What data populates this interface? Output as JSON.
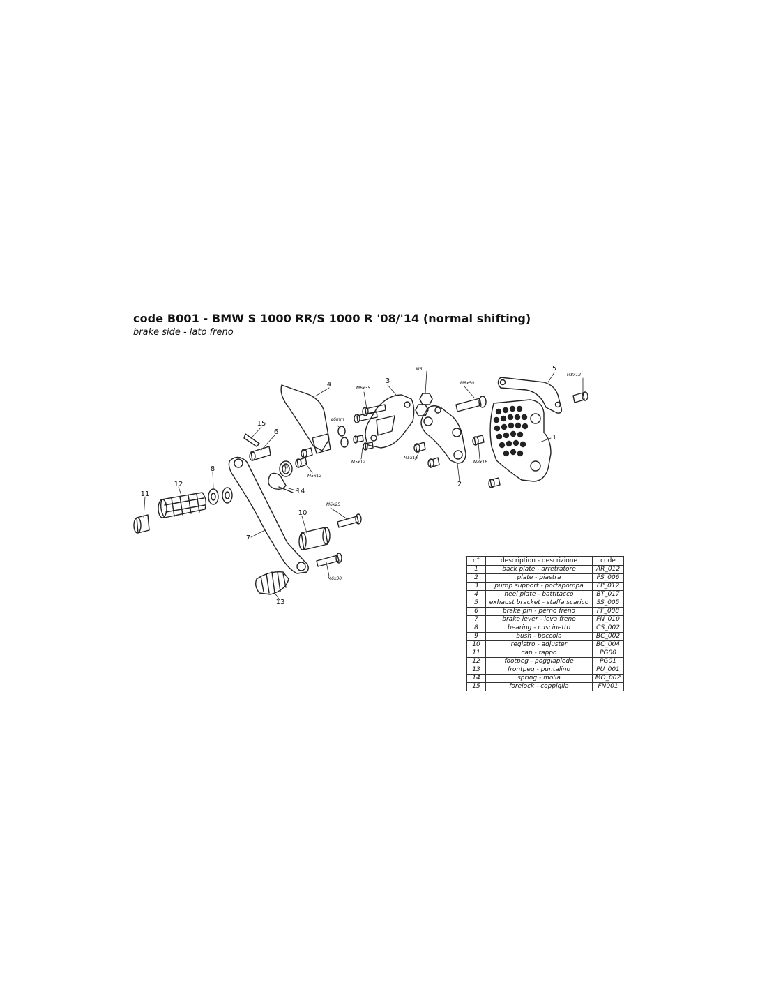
{
  "title": "code B001 - BMW S 1000 RR/S 1000 R '08/'14 (normal shifting)",
  "subtitle": "brake side - lato freno",
  "callouts": {
    "c1": "1",
    "c2": "2",
    "c3": "3",
    "c4": "4",
    "c5": "5",
    "c6": "6",
    "c7": "7",
    "c8": "8",
    "c9": "9",
    "c10": "10",
    "c11": "11",
    "c12": "12",
    "c13": "13",
    "c14": "14",
    "c15": "15"
  },
  "dimensions": {
    "m6": "M6",
    "m8x50": "M8x50",
    "m8x12": "M8x12",
    "m6x35": "M6x35",
    "six_mm": "ø6mm",
    "m5x12_a": "M5x12",
    "m5x12_b": "M5x12",
    "m5x16": "M5x16",
    "m8x16": "M8x16",
    "m6x25": "M6x25",
    "m6x30": "M6x30"
  },
  "table": {
    "headers": [
      "n°",
      "description - descrizione",
      "code"
    ],
    "rows": [
      [
        "1",
        "back plate - arretratore",
        "AR_012"
      ],
      [
        "2",
        "plate - piastra",
        "PS_006"
      ],
      [
        "3",
        "pump support - portapompa",
        "PP_012"
      ],
      [
        "4",
        "heel plate - battitacco",
        "BT_017"
      ],
      [
        "5",
        "exhaust bracket - staffa scarico",
        "SS_005"
      ],
      [
        "6",
        "brake pin - perno freno",
        "PF_008"
      ],
      [
        "7",
        "brake lever - leva freno",
        "FN_010"
      ],
      [
        "8",
        "bearing - cuscinetto",
        "CS_002"
      ],
      [
        "9",
        "bush - boccola",
        "BC_002"
      ],
      [
        "10",
        "registro - adjuster",
        "BC_004"
      ],
      [
        "11",
        "cap - tappo",
        "PG00"
      ],
      [
        "12",
        "footpeg - poggiapiede",
        "PG01"
      ],
      [
        "13",
        "frontpeg - puntalino",
        "PU_001"
      ],
      [
        "14",
        "spring - molla",
        "MO_002"
      ],
      [
        "15",
        "forelock - coppiglia",
        "FN001"
      ]
    ]
  }
}
